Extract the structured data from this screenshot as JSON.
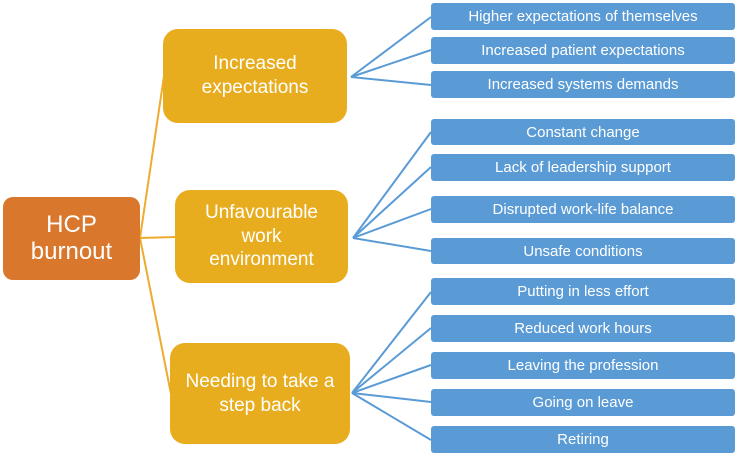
{
  "root": {
    "label": "HCP burnout"
  },
  "branches": [
    {
      "label": "Increased expectations",
      "children": [
        "Higher expectations of themselves",
        "Increased patient expectations",
        "Increased systems demands"
      ]
    },
    {
      "label": "Unfavourable work environment",
      "children": [
        "Constant change",
        "Lack of leadership support",
        "Disrupted work-life balance",
        "Unsafe conditions"
      ]
    },
    {
      "label": "Needing to take a step back",
      "children": [
        "Putting in less effort",
        "Reduced work hours",
        "Leaving the profession",
        "Going on leave",
        "Retiring"
      ]
    }
  ],
  "colors": {
    "background": "#ffffff",
    "root_box": "#d9772c",
    "branch_box": "#e7ad1e",
    "leaf_box": "#5b9bd5",
    "branch_line": "#eeab2e",
    "leaf_line": "#5b9bd5",
    "text": "#ffffff"
  }
}
